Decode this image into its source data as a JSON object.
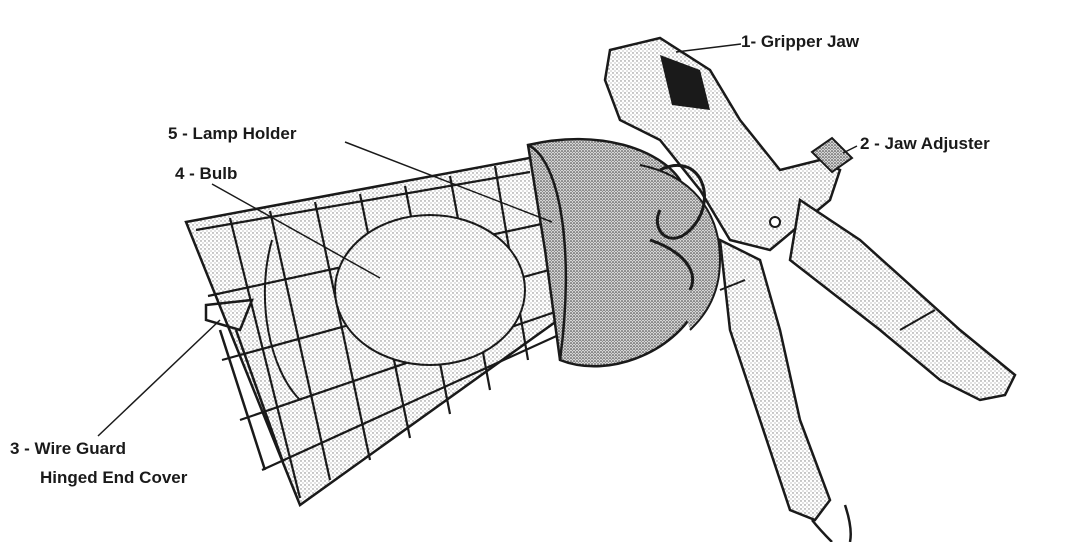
{
  "labels": {
    "gripper_jaw": "1- Gripper Jaw",
    "jaw_adjuster": "2 - Jaw Adjuster",
    "wire_guard_line1": "3 - Wire Guard",
    "wire_guard_line2": "Hinged End Cover",
    "bulb": "4 - Bulb",
    "lamp_holder": "5 - Lamp Holder"
  },
  "colors": {
    "ink": "#1a1a1a",
    "stipple": "#8c8c8c",
    "background": "#ffffff"
  }
}
